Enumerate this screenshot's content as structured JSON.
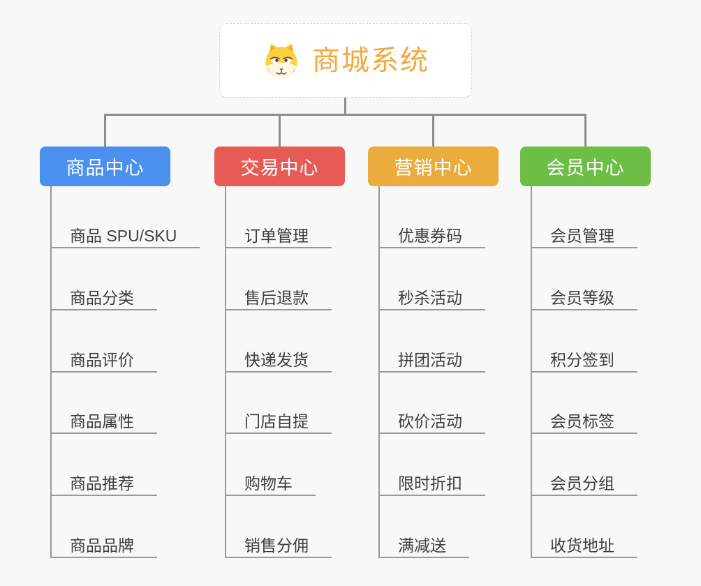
{
  "diagram": {
    "background": "#f8f8f8",
    "root": {
      "label": "商城系统",
      "icon": "dog-face-icon",
      "text_color": "#f2a93e",
      "border_color": "#f3cb86"
    },
    "line_colors": {
      "tree": "#8c8c8c",
      "leaf": "#999999"
    },
    "leaf_text_color": "#3d3d3f",
    "branches": [
      {
        "label": "商品中心",
        "color": "#4a90ee",
        "items": [
          "商品 SPU/SKU",
          "商品分类",
          "商品评价",
          "商品属性",
          "商品推荐",
          "商品品牌"
        ]
      },
      {
        "label": "交易中心",
        "color": "#e75b56",
        "items": [
          "订单管理",
          "售后退款",
          "快递发货",
          "门店自提",
          "购物车",
          "销售分佣"
        ]
      },
      {
        "label": "营销中心",
        "color": "#ebac3e",
        "items": [
          "优惠券码",
          "秒杀活动",
          "拼团活动",
          "砍价活动",
          "限时折扣",
          "满减送"
        ]
      },
      {
        "label": "会员中心",
        "color": "#6cbe45",
        "items": [
          "会员管理",
          "会员等级",
          "积分签到",
          "会员标签",
          "会员分组",
          "收货地址"
        ]
      }
    ]
  }
}
